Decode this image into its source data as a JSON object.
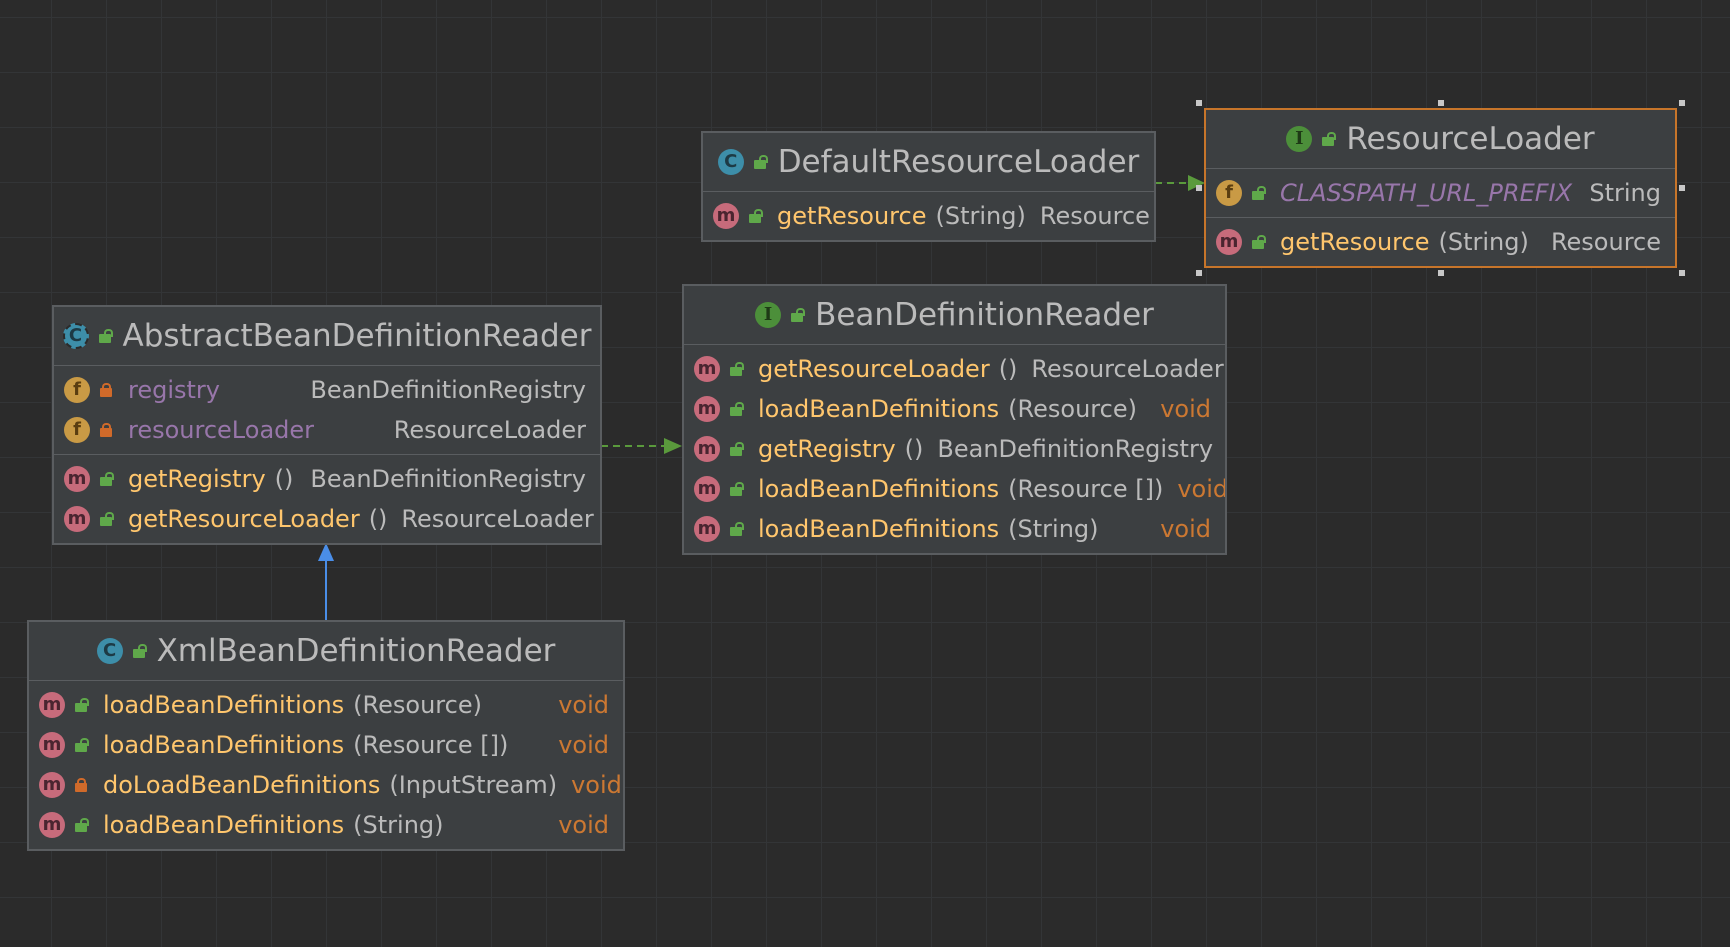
{
  "diagram": {
    "nodes": [
      {
        "id": "default-resource-loader",
        "kind": "class",
        "kind_icon": "class-icon",
        "title": "DefaultResourceLoader",
        "fields": [],
        "methods": [
          {
            "name": "getResource",
            "params": "(String)",
            "ret": "Resource",
            "visibility": "public"
          }
        ]
      },
      {
        "id": "resource-loader",
        "kind": "interface",
        "kind_icon": "interface-icon",
        "title": "ResourceLoader",
        "selected": true,
        "fields": [
          {
            "name": "CLASSPATH_URL_PREFIX",
            "type": "String",
            "visibility": "public",
            "static": true
          }
        ],
        "methods": [
          {
            "name": "getResource",
            "params": "(String)",
            "ret": "Resource",
            "visibility": "public"
          }
        ]
      },
      {
        "id": "abstract-bean-definition-reader",
        "kind": "abstract class",
        "kind_icon": "abstract-class-icon",
        "title": "AbstractBeanDefinitionReader",
        "fields": [
          {
            "name": "registry",
            "type": "BeanDefinitionRegistry",
            "visibility": "private"
          },
          {
            "name": "resourceLoader",
            "type": "ResourceLoader",
            "visibility": "private"
          }
        ],
        "methods": [
          {
            "name": "getRegistry",
            "params": "()",
            "ret": "BeanDefinitionRegistry",
            "visibility": "public"
          },
          {
            "name": "getResourceLoader",
            "params": "()",
            "ret": "ResourceLoader",
            "visibility": "public"
          }
        ]
      },
      {
        "id": "bean-definition-reader",
        "kind": "interface",
        "kind_icon": "interface-icon",
        "title": "BeanDefinitionReader",
        "fields": [],
        "methods": [
          {
            "name": "getResourceLoader",
            "params": "()",
            "ret": "ResourceLoader",
            "visibility": "public"
          },
          {
            "name": "loadBeanDefinitions",
            "params": "(Resource)",
            "ret": "void",
            "visibility": "public"
          },
          {
            "name": "getRegistry",
            "params": "()",
            "ret": "BeanDefinitionRegistry",
            "visibility": "public"
          },
          {
            "name": "loadBeanDefinitions",
            "params": "(Resource [])",
            "ret": "void",
            "visibility": "public"
          },
          {
            "name": "loadBeanDefinitions",
            "params": "(String)",
            "ret": "void",
            "visibility": "public"
          }
        ]
      },
      {
        "id": "xml-bean-definition-reader",
        "kind": "class",
        "kind_icon": "class-icon",
        "title": "XmlBeanDefinitionReader",
        "fields": [],
        "methods": [
          {
            "name": "loadBeanDefinitions",
            "params": "(Resource)",
            "ret": "void",
            "visibility": "public"
          },
          {
            "name": "loadBeanDefinitions",
            "params": "(Resource [])",
            "ret": "void",
            "visibility": "public"
          },
          {
            "name": "doLoadBeanDefinitions",
            "params": "(InputStream)",
            "ret": "void",
            "visibility": "private"
          },
          {
            "name": "loadBeanDefinitions",
            "params": "(String)",
            "ret": "void",
            "visibility": "public"
          }
        ]
      }
    ],
    "edges": [
      {
        "from": "default-resource-loader",
        "to": "resource-loader",
        "type": "realization"
      },
      {
        "from": "abstract-bean-definition-reader",
        "to": "bean-definition-reader",
        "type": "realization"
      },
      {
        "from": "xml-bean-definition-reader",
        "to": "abstract-bean-definition-reader",
        "type": "generalization"
      }
    ],
    "colors": {
      "background": "#2b2b2b",
      "node_fill": "#3c3f41",
      "node_border": "#5a5d60",
      "selected_border": "#c7752a",
      "method_name": "#ffc66d",
      "field_name": "#9876aa",
      "type_text": "#bbbbbb",
      "void_keyword": "#cc7832",
      "realization_edge": "#5a9a3c",
      "generalization_edge": "#4a8ee8"
    }
  }
}
